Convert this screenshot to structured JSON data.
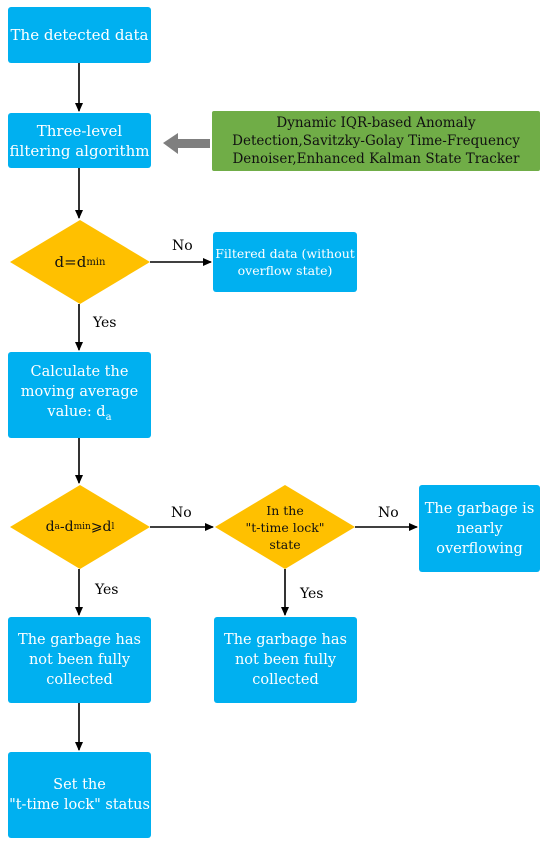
{
  "colors": {
    "process": "#00b0f0",
    "decision": "#ffc000",
    "note": "#70ad47",
    "arrow": "#000000",
    "bigArrow": "#7f7f7f"
  },
  "nodes": {
    "detected": "The detected data",
    "filtering": "Three-level\nfiltering algorithm",
    "algorithms": "Dynamic IQR-based Anomaly\nDetection,Savitzky-Golay Time-Frequency\nDenoiser,Enhanced Kalman State Tracker",
    "decision1": {
      "main": "d=d",
      "sub": "min"
    },
    "filtered": "Filtered data (without\noverflow state)",
    "moving_avg": {
      "line1": "Calculate the",
      "line2": "moving average",
      "line3_main": "value: d",
      "line3_sub": "a"
    },
    "decision2": {
      "p1": "d",
      "s1": "a",
      "p2": "-d",
      "s2": "min",
      "p3": "⩾d",
      "s3": "l"
    },
    "decision3": "In the\n\"t-time lock\"\nstate",
    "nearly_overflowing": "The garbage is\nnearly\noverflowing",
    "not_collected_left": "The garbage has\nnot been fully\ncollected",
    "not_collected_right": "The garbage has\nnot been fully\ncollected",
    "set_lock": "Set the\n\"t-time lock\" status"
  },
  "edge_labels": {
    "no1": "No",
    "yes1": "Yes",
    "no2": "No",
    "no3": "No",
    "yes2": "Yes",
    "yes3": "Yes"
  }
}
